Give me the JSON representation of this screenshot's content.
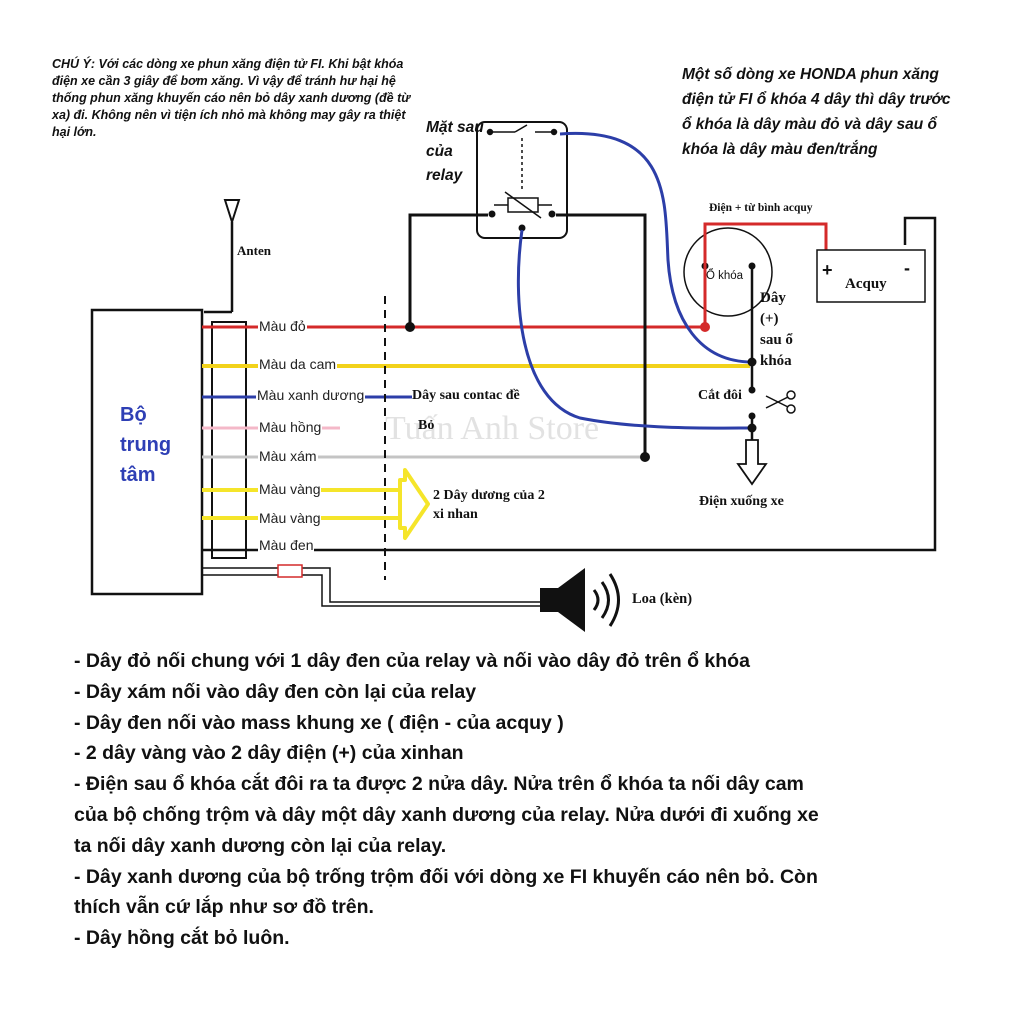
{
  "note": "CHÚ Ý: Với các dòng xe phun xăng điện tử FI. Khi bật khóa điện xe cần 3 giây để bơm xăng. Vì vậy để tránh hư hại hệ thống phun xăng khuyến cáo nên bỏ dây xanh dương (đề từ xa) đi. Không nên vì tiện ích nhỏ mà không may gây ra thiệt hại lớn.",
  "honda_note": "Một số dòng xe HONDA phun xăng điện tử FI ổ khóa 4 dây thì dây trước ổ khóa là dây màu đỏ và dây sau ổ khóa là dây màu đen/trắng",
  "relay_label": "Mặt sau của relay",
  "antenna_label": "Anten",
  "central_unit": "Bộ trung tâm",
  "wires": {
    "red": "Màu đỏ",
    "orange": "Màu da cam",
    "blue": "Màu xanh dương",
    "pink": "Màu hồng",
    "gray": "Màu xám",
    "yellow1": "Màu vàng",
    "yellow2": "Màu vàng",
    "black": "Màu đen"
  },
  "labels": {
    "contact": "Dây sau contac đề",
    "remove": "Bỏ",
    "turn_signal": "2 Dây dương của 2 xi nhan",
    "battery_power": "Điện + từ bình acquy",
    "ignition": "Ổ khóa",
    "battery": "Acquy",
    "after_key": "Dây (+) sau ổ khóa",
    "cut": "Cắt đôi",
    "power_down": "Điện xuống xe",
    "horn": "Loa (kèn)"
  },
  "watermark": "Tuấn Anh Store",
  "colors": {
    "red": "#d42a2a",
    "orange": "#f2d21a",
    "blue": "#2c3ea8",
    "pink": "#f4b8c8",
    "gray": "#c4c4c4",
    "yellow": "#f5e52a",
    "black": "#111111",
    "central_text": "#2e3fb5"
  },
  "instructions": [
    "- Dây đỏ nối chung với 1 dây đen của relay và nối vào dây đỏ trên ổ khóa",
    "- Dây xám nối vào dây đen còn lại của relay",
    "- Dây đen nối vào mass khung xe ( điện - của acquy )",
    "- 2 dây vàng vào 2 dây điện (+) của xinhan",
    "- Điện sau ổ khóa cắt đôi ra ta được 2 nửa dây. Nửa trên ổ khóa ta nối dây cam",
    "của bộ chống trộm và dây một dây xanh dương của relay. Nửa dưới đi xuống xe",
    "ta nối dây xanh dương còn lại của relay.",
    "- Dây xanh dương của bộ trống trộm đối với dòng xe FI khuyến cáo nên bỏ. Còn",
    "thích vẫn cứ lắp như sơ đồ trên.",
    "- Dây hồng cắt bỏ luôn."
  ]
}
